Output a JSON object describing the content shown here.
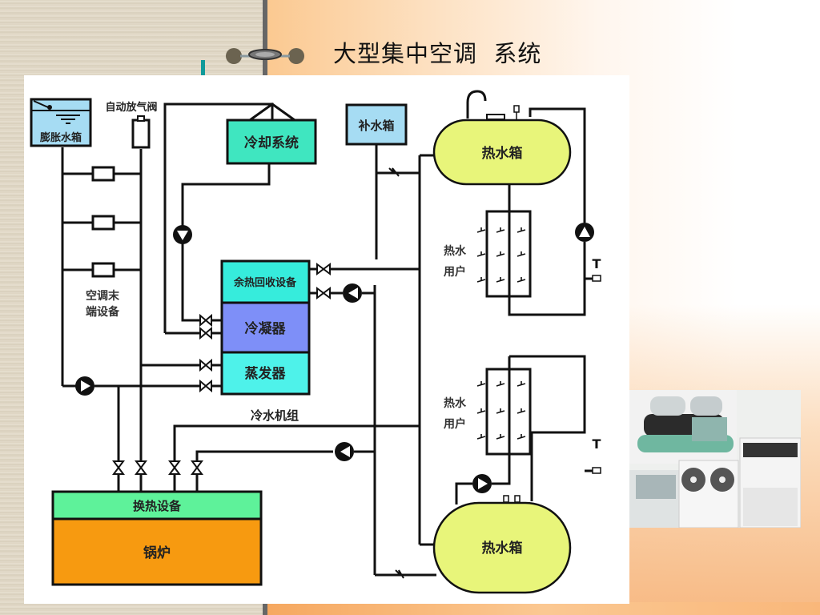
{
  "slide": {
    "title": "大型集中空调  系统",
    "ornament_icon": "ornament-icon"
  },
  "diagram": {
    "expansion_tank": "膨胀水箱",
    "auto_air_vent": "自动放气阀",
    "cooling_system": "冷却系统",
    "makeup_tank": "补水箱",
    "hot_water_tank_top": "热水箱",
    "hot_water_tank_bottom": "热水箱",
    "ac_terminal_line1": "空调末",
    "ac_terminal_line2": "端设备",
    "heat_recovery": "余热回收设备",
    "condenser": "冷凝器",
    "evaporator": "蒸发器",
    "chiller_unit": "冷水机组",
    "hot_water_users_top_line1": "热水",
    "hot_water_users_top_line2": "用户",
    "hot_water_users_bottom_line1": "热水",
    "hot_water_users_bottom_line2": "用户",
    "heat_exchanger": "换热设备",
    "boiler": "锅炉",
    "thermometer_symbol": "T",
    "colors": {
      "expansion_tank": "#a6dcf3",
      "cooling_system": "#3fe6c0",
      "makeup_tank": "#a6dcf3",
      "hot_water_tank": "#e8f57a",
      "heat_recovery": "#36ecdc",
      "condenser": "#7e8ff8",
      "evaporator": "#4ef2ea",
      "heat_exchanger": "#5ef29a",
      "boiler": "#f79a10"
    }
  },
  "photo": {
    "description": "air-conditioning-equipment-photos"
  }
}
